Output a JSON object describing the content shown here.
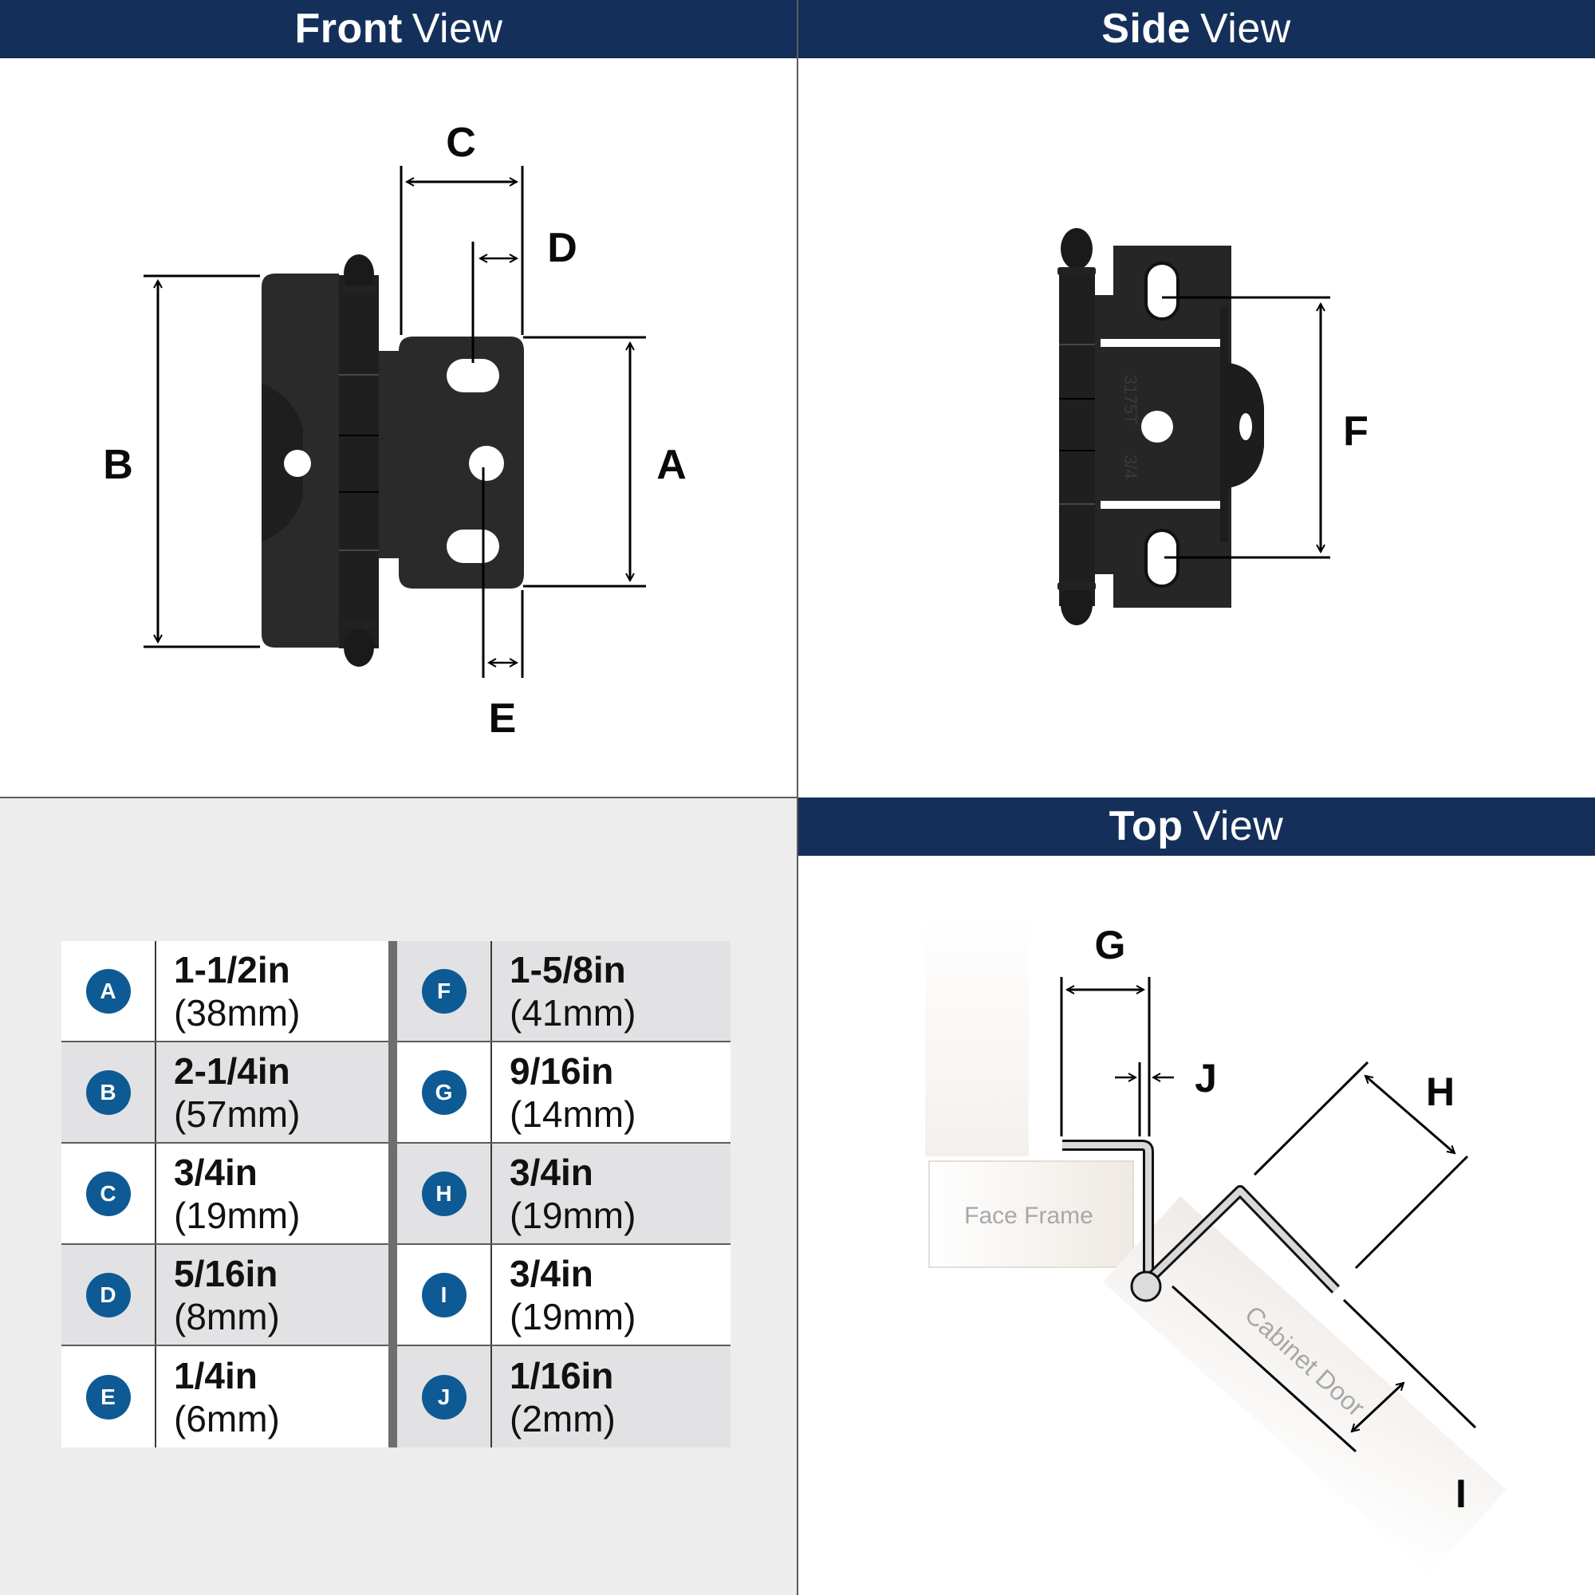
{
  "views": {
    "front": {
      "title_bold": "Front",
      "title_light": "View"
    },
    "side": {
      "title_bold": "Side",
      "title_light": "View"
    },
    "top": {
      "title_bold": "Top",
      "title_light": "View"
    }
  },
  "front_view": {
    "labels": {
      "A": "A",
      "B": "B",
      "C": "C",
      "D": "D",
      "E": "E"
    }
  },
  "side_view": {
    "labels": {
      "F": "F"
    },
    "stamp_text_1": "3175T",
    "stamp_text_2": "3/4"
  },
  "top_view": {
    "labels": {
      "G": "G",
      "H": "H",
      "I": "I",
      "J": "J"
    },
    "face_frame_label": "Face Frame",
    "cabinet_door_label": "Cabinet Door"
  },
  "colors": {
    "header_bg": "#14305a",
    "badge_bg": "#0e5a94",
    "hinge": "#262626",
    "panel_bg": "#ededed"
  },
  "specs": {
    "left": [
      {
        "letter": "A",
        "inches": "1-1/2in",
        "mm": "(38mm)"
      },
      {
        "letter": "B",
        "inches": "2-1/4in",
        "mm": "(57mm)"
      },
      {
        "letter": "C",
        "inches": "3/4in",
        "mm": "(19mm)"
      },
      {
        "letter": "D",
        "inches": "5/16in",
        "mm": "(8mm)"
      },
      {
        "letter": "E",
        "inches": "1/4in",
        "mm": "(6mm)"
      }
    ],
    "right": [
      {
        "letter": "F",
        "inches": "1-5/8in",
        "mm": "(41mm)"
      },
      {
        "letter": "G",
        "inches": "9/16in",
        "mm": "(14mm)"
      },
      {
        "letter": "H",
        "inches": "3/4in",
        "mm": "(19mm)"
      },
      {
        "letter": "I",
        "inches": "3/4in",
        "mm": "(19mm)"
      },
      {
        "letter": "J",
        "inches": "1/16in",
        "mm": "(2mm)"
      }
    ]
  }
}
